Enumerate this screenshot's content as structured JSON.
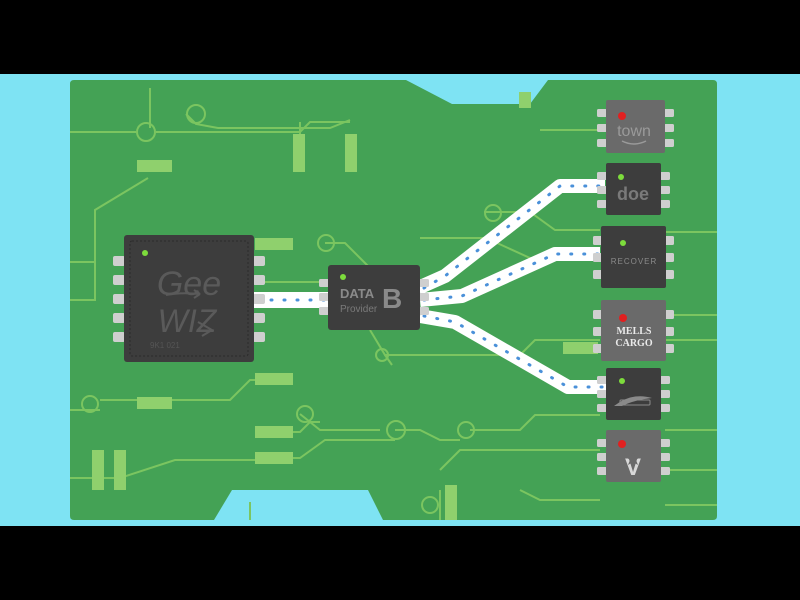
{
  "colors": {
    "frame": "#000000",
    "sky": "#7ee3f3",
    "board": "#44a255",
    "trace": "#7bc560",
    "pad": "#8fd06d",
    "chip_dark": "#3d3d3d",
    "chip_gray": "#6a6a6a",
    "pin": "#cfcfcf",
    "link_white": "#ffffff",
    "link_dot": "#4a90d9",
    "led_green": "#7ddc3c",
    "led_red": "#e02020"
  },
  "main_chip": {
    "logo_line1": "Gee",
    "logo_line2": "WIZ",
    "part_number": "9K1 021",
    "icon": "arrow-logo-icon",
    "led": "green"
  },
  "data_chip": {
    "label_line1": "DATA",
    "label_letter": "B",
    "label_line2": "Provider",
    "icon": "data-b-logo-icon",
    "led": "green"
  },
  "client_chips": [
    {
      "id": "town",
      "label": "town",
      "style": "gray",
      "led": "red",
      "connected": false,
      "icon": "smile-arrow-icon"
    },
    {
      "id": "doe",
      "label": "doe",
      "style": "dark",
      "led": "green",
      "connected": true,
      "icon": "doe-logo-icon"
    },
    {
      "id": "recover",
      "label": "RECOVER",
      "style": "dark",
      "led": "green",
      "connected": true,
      "icon": "recover-logo-icon"
    },
    {
      "id": "mells",
      "label_line1": "MELLS",
      "label_line2": "CARGO",
      "style": "gray",
      "led": "red",
      "connected": false,
      "icon": "mells-cargo-logo-icon"
    },
    {
      "id": "swoosh",
      "label": "",
      "style": "dark",
      "led": "green",
      "connected": true,
      "icon": "swoosh-logo-icon"
    },
    {
      "id": "v",
      "label": "V",
      "style": "gray",
      "led": "red",
      "connected": false,
      "icon": "v-star-logo-icon"
    }
  ]
}
